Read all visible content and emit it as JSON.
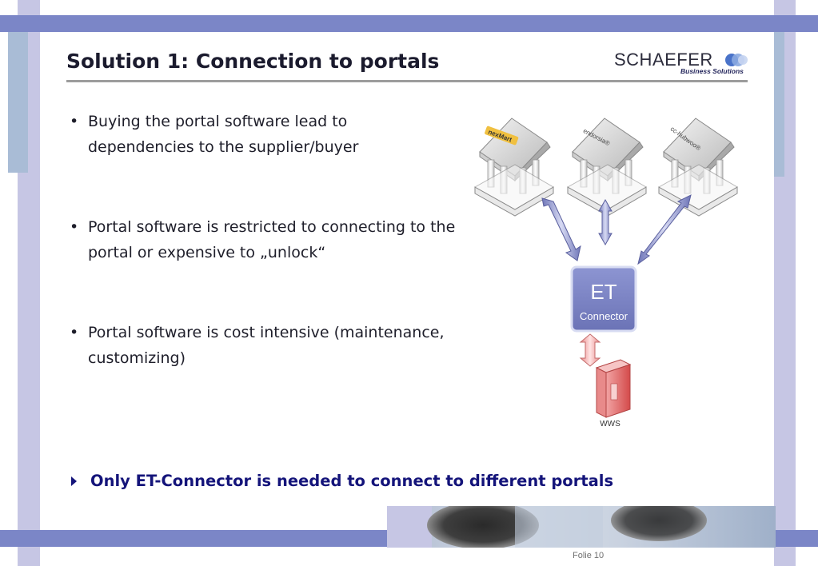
{
  "slide": {
    "title": "Solution 1: Connection to portals",
    "folio": "Folie 10"
  },
  "logo": {
    "wordmark": "SCHAEFER",
    "tagline": "Business Solutions"
  },
  "bullets": [
    {
      "text": "Buying the portal software lead to dependencies to the supplier/buyer"
    },
    {
      "text": "Portal software is restricted to connecting to the portal or expensive to „unlock“"
    },
    {
      "text": "Portal software is cost intensive (maintenance, customizing)"
    }
  ],
  "conclusion": "Only ET-Connector is needed to connect to different portals",
  "diagram": {
    "portals": [
      {
        "label": "nexMart"
      },
      {
        "label": "endorsia®"
      },
      {
        "label": "cc-hubwoo®"
      }
    ],
    "connector": {
      "line1": "ET",
      "line2": "Connector"
    },
    "server": {
      "label": "WWS"
    }
  },
  "colors": {
    "frame_bar": "#7b86c7",
    "frame_light": "#c6c6e4",
    "conclusion_text": "#14147a",
    "connector_fill": "#7d86c6"
  }
}
